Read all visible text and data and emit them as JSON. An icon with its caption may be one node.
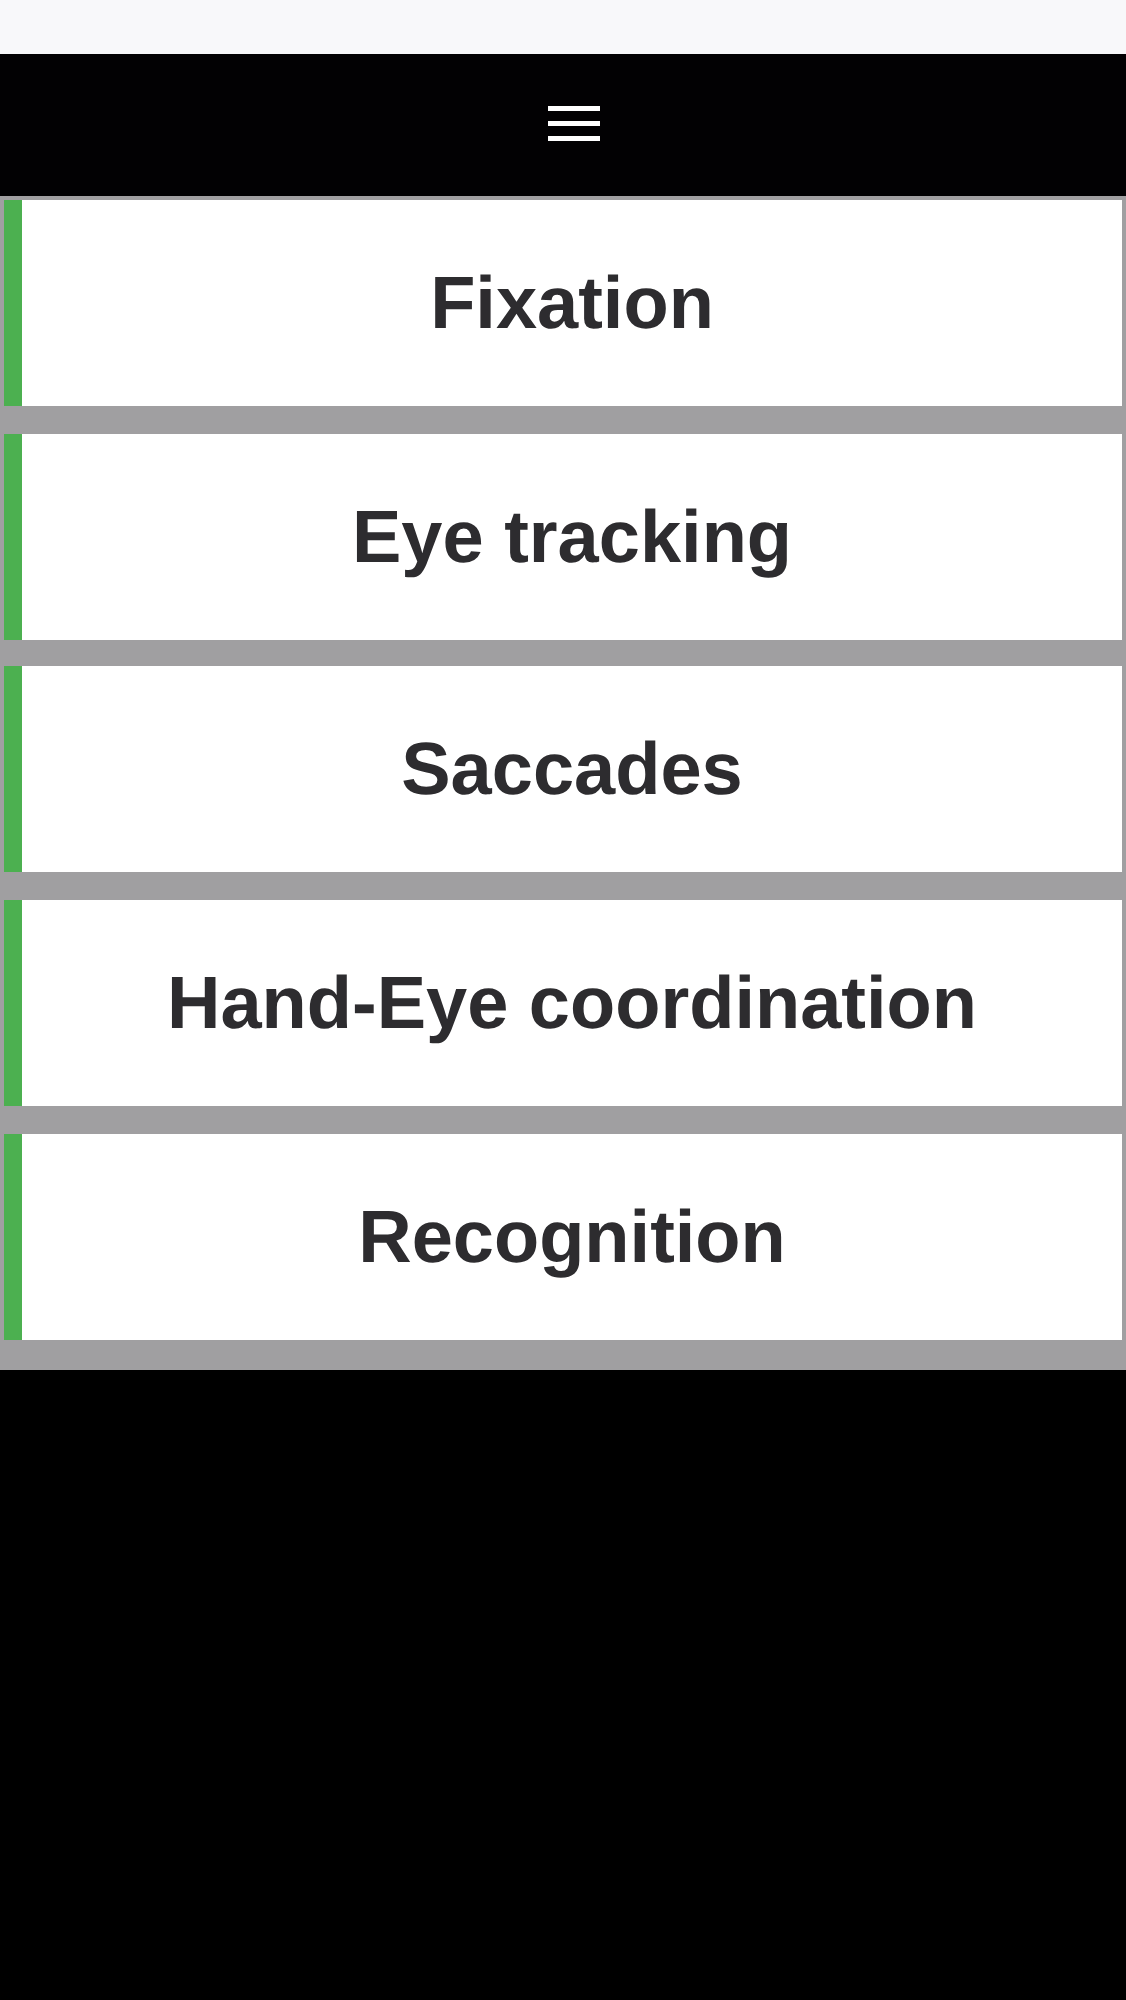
{
  "diagram": {
    "nodes": [
      {
        "text": [
          "Fixation"
        ]
      },
      {
        "text": [
          "Eye tracking"
        ]
      },
      {
        "text": [
          "Saccades"
        ]
      },
      {
        "text": [
          "Hand-Eye coordination"
        ]
      },
      {
        "text": [
          "Recognition"
        ]
      }
    ]
  }
}
